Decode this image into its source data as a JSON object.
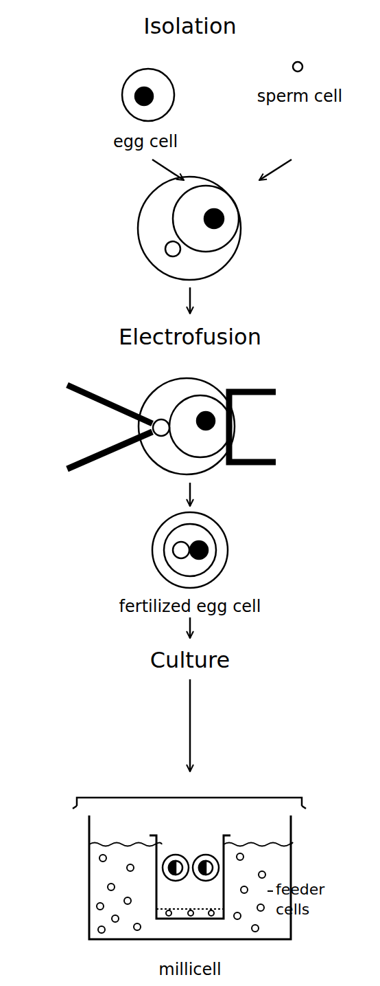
{
  "diagram": {
    "nodes": [
      {
        "text": [
          "egg cell"
        ]
      },
      {
        "text": [
          "sperm cell"
        ]
      },
      {
        "text": [
          "fertilized egg cell"
        ]
      },
      {
        "text": [
          "millicell"
        ]
      }
    ],
    "labels": [
      "Isolation",
      "Electrofusion",
      "Culture",
      "feeder cells"
    ]
  }
}
